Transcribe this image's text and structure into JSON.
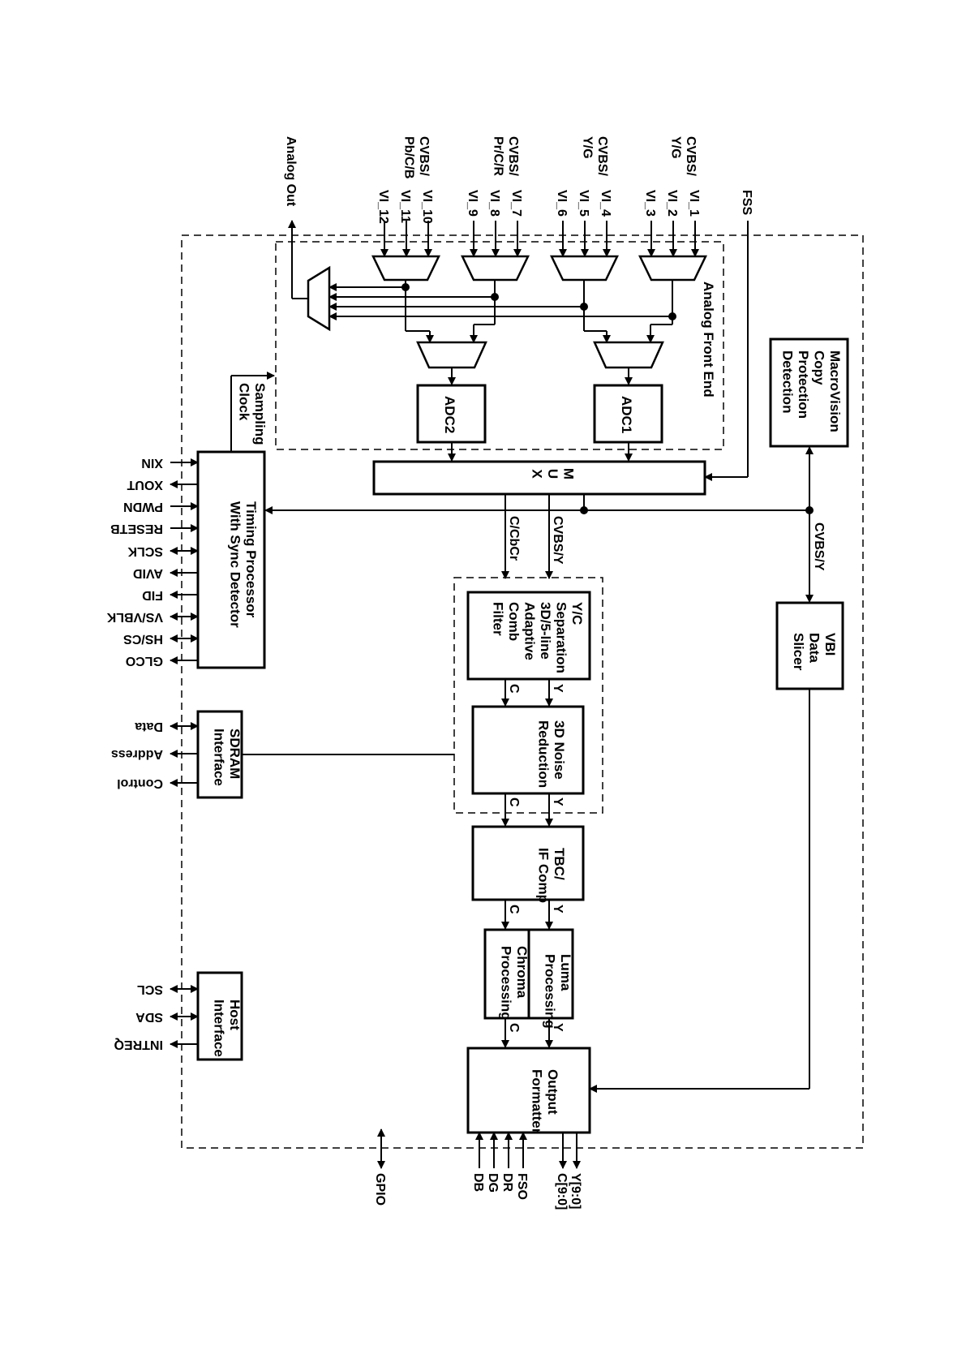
{
  "inputs": {
    "fss": "FSS",
    "vi": [
      "VI_1",
      "VI_2",
      "VI_3",
      "VI_4",
      "VI_5",
      "VI_6",
      "VI_7",
      "VI_8",
      "VI_9",
      "VI_10",
      "VI_11",
      "VI_12"
    ],
    "group1": "CVBS/\nY/G",
    "group2": "CVBS/\nY/G",
    "group3": "CVBS/\nPr/C/R",
    "group4": "CVBS/\nPb/C/B",
    "analog_out": "Analog Out"
  },
  "blocks": {
    "afe": "Analog Front End",
    "adc1": "ADC1",
    "adc2": "ADC2",
    "mux": "M\nU\nX",
    "macrovision": "MacroVision\nCopy\nProtection\nDetection",
    "vbi": "VBI\nData\nSlicer",
    "yc_sep": "Y/C\nSeparation\n3D/5-line\nAdaptive\nComb\nFilter",
    "noise": "3D Noise\nReduction",
    "tbc": "TBC/\nIF Comp",
    "luma": "Luma\nProcessing",
    "chroma": "Chroma\nProcessing",
    "output_fmt": "Output\nFormatter",
    "timing": "Timing Processor\nWith Sync Detector",
    "sdram": "SDRAM\nInterface",
    "host": "Host\nInterface",
    "sampling_clock": "Sampling\nClock"
  },
  "signals": {
    "cvbs_y_top": "CVBS/Y",
    "cvbs_y": "CVBS/Y",
    "c_cbcr": "C/CbCr",
    "y": "Y",
    "c": "C",
    "gpio": "GPIO",
    "outputs": [
      "Y[9:0]",
      "C[9:0]"
    ],
    "output_inputs": [
      "FSO",
      "DR",
      "DG",
      "DB"
    ],
    "timing_pins": [
      "XIN",
      "XOUT",
      "PWDN",
      "RESETB",
      "SCLK",
      "AVID",
      "FID",
      "VS/VBLK",
      "HS/CS",
      "GLCO"
    ],
    "sdram_pins": [
      "Data",
      "Address",
      "Control"
    ],
    "host_pins": [
      "SCL",
      "SDA",
      "INTREQ"
    ]
  }
}
